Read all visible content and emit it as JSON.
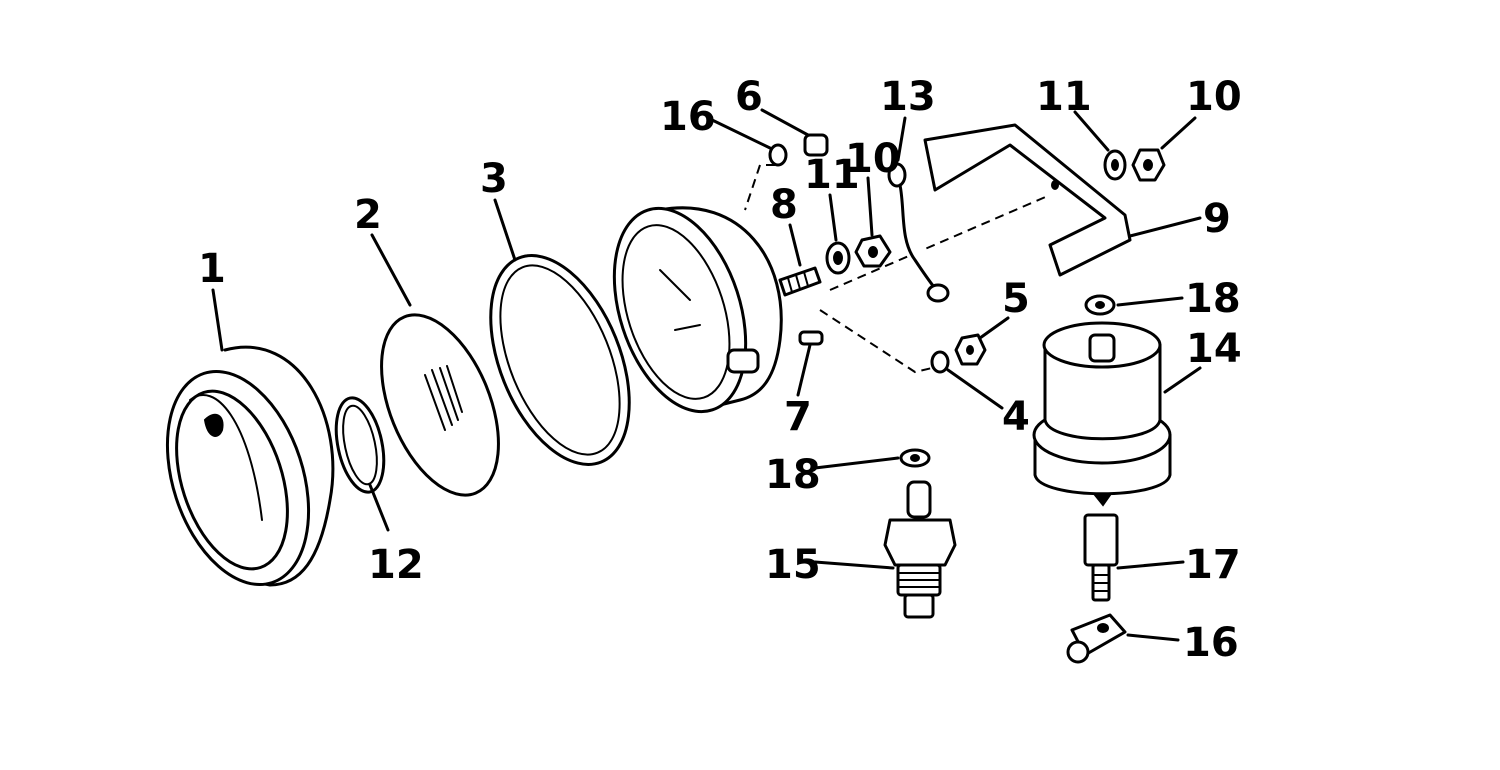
{
  "callouts": {
    "c1": "1",
    "c2": "2",
    "c3": "3",
    "c4": "4",
    "c5": "5",
    "c6": "6",
    "c7": "7",
    "c8": "8",
    "c9": "9",
    "c10a": "10",
    "c10b": "10",
    "c11a": "11",
    "c11b": "11",
    "c12": "12",
    "c13": "13",
    "c14": "14",
    "c15": "15",
    "c16a": "16",
    "c16b": "16",
    "c17": "17",
    "c18a": "18",
    "c18b": "18"
  }
}
